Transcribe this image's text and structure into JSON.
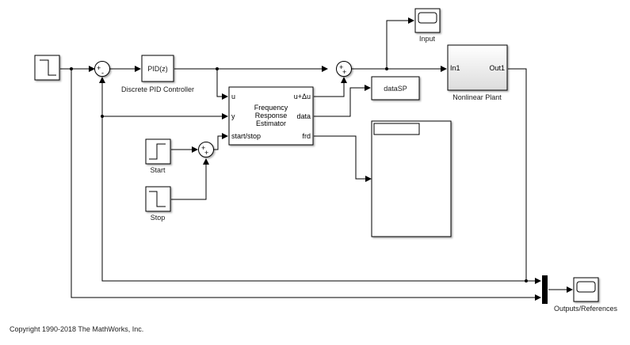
{
  "model": {
    "blocks": {
      "reference_step": {
        "label": "",
        "icon": "step-down-icon"
      },
      "sum1": {
        "signs": [
          "+",
          "-"
        ]
      },
      "pid": {
        "text": "PID(z)",
        "label": "Discrete PID Controller"
      },
      "sum2": {
        "signs": [
          "+",
          "+"
        ]
      },
      "input_scope": {
        "label": "Input",
        "icon": "scope-icon"
      },
      "plant": {
        "label": "Nonlinear Plant",
        "in_port": "In1",
        "out_port": "Out1"
      },
      "datasp": {
        "text": "dataSP"
      },
      "fre": {
        "title_lines": [
          "Frequency",
          "Response",
          "Estimator"
        ],
        "in_ports": [
          "u",
          "y",
          "start/stop"
        ],
        "out_ports": [
          "u+Δu",
          "data",
          "frd"
        ]
      },
      "start_step": {
        "label": "Start",
        "icon": "step-up-icon"
      },
      "stop_step": {
        "label": "Stop",
        "icon": "step-down-icon"
      },
      "sum3": {
        "signs": [
          "+",
          "+"
        ]
      },
      "bode_display": {
        "label": "",
        "icon": "display-panel"
      },
      "mux": {
        "label": ""
      },
      "output_scope": {
        "label": "Outputs/References",
        "icon": "scope-icon"
      }
    }
  },
  "footer": {
    "copyright": "Copyright 1990-2018 The MathWorks, Inc."
  }
}
